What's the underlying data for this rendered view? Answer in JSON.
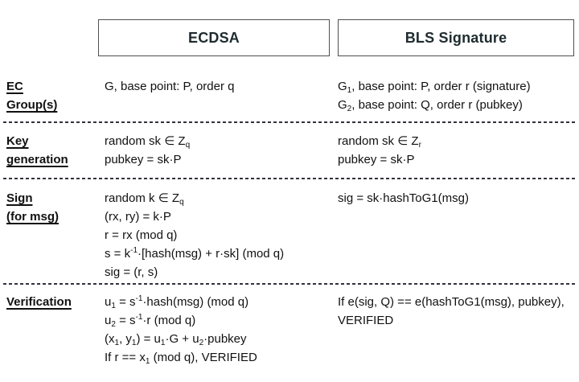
{
  "colors": {
    "background": "#ffffff",
    "text": "#111111",
    "header_text": "#1f2b2f",
    "box_border": "#4f4f4f",
    "dashed_line": "#32323e"
  },
  "header": {
    "columns": [
      {
        "label": "ECDSA"
      },
      {
        "label": "BLS Signature"
      }
    ]
  },
  "rows": [
    {
      "label_lines": [
        "EC",
        "Group(s)"
      ],
      "ecdsa_lines": [
        "G, base point: P, order q"
      ],
      "bls_lines": [
        "G_{1}, base point: P, order r (signature)",
        "G_{2}, base point: Q, order r (pubkey)"
      ]
    },
    {
      "label_lines": [
        "Key",
        "generation"
      ],
      "ecdsa_lines": [
        "random sk ∈ Z_{q}",
        "pubkey = sk·P"
      ],
      "bls_lines": [
        "random sk ∈ Z_{r}",
        "pubkey = sk·P"
      ]
    },
    {
      "label_lines": [
        "Sign",
        "(for msg)"
      ],
      "ecdsa_lines": [
        "random k ∈ Z_{q}",
        "(rx, ry) = k·P",
        "r = rx (mod q)",
        "s = k^{-1}·[hash(msg) + r·sk] (mod q)",
        "sig = (r, s)"
      ],
      "bls_lines": [
        "sig = sk·hashToG1(msg)"
      ]
    },
    {
      "label_lines": [
        "Verification"
      ],
      "ecdsa_lines": [
        "u_{1} = s^{-1}·hash(msg) (mod q)",
        "u_{2} = s^{-1}·r (mod q)",
        "(x_{1}, y_{1}) = u_{1}·G + u_{2}·pubkey",
        "If r == x_{1} (mod q), VERIFIED"
      ],
      "bls_lines": [
        "If e(sig, Q) == e(hashToG1(msg), pubkey),",
        "VERIFIED"
      ]
    }
  ]
}
